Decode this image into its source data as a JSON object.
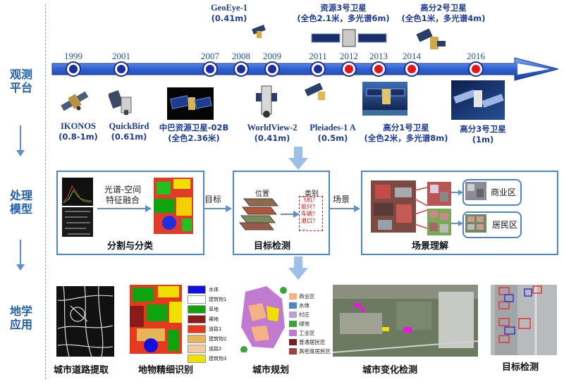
{
  "rows": {
    "platform": "观测\n平台",
    "processing": "处理\n模型",
    "application": "地学\n应用"
  },
  "timeline": {
    "years": [
      "1999",
      "2001",
      "2007",
      "2008",
      "2009",
      "2011",
      "2012",
      "2013",
      "2014",
      "2016"
    ],
    "colors": {
      "domestic_dot": "#e8131b",
      "foreign_dot": "#1b2ea5",
      "arrow": "#2f5fd0"
    }
  },
  "satellites": {
    "ikonos": {
      "name": "IKONOS",
      "res": "(0.8-1m)"
    },
    "quickbird": {
      "name": "QuickBird",
      "res": "(0.61m)"
    },
    "cbers": {
      "name": "中巴资源卫星-02B",
      "res": "(全色2.36米)"
    },
    "geoeye": {
      "name": "GeoEye-1",
      "res": "(0.41m)"
    },
    "worldview": {
      "name": "WorldView-2",
      "res": "(0.41m)"
    },
    "pleiades": {
      "name": "Pleiades-1 A",
      "res": "(0.5m)"
    },
    "zy3": {
      "name": "资源3号卫星",
      "res": "(全色2.1米，多光谱6m)"
    },
    "gf1": {
      "name": "高分1号卫星",
      "res": "(全色2米，多光谱8m)"
    },
    "gf2": {
      "name": "高分2号卫星",
      "res": "(全色1米，多光谱4m)"
    },
    "gf3": {
      "name": "高分3号卫星",
      "res": "(1m)"
    }
  },
  "processing": {
    "seg": {
      "fusion_label": "光谱-空间\n特征融合",
      "caption": "分割与分类"
    },
    "arrow_target": "目标",
    "det": {
      "pos_label": "位置",
      "class_label": "类别",
      "classes": "飞机？\n船只？\n车辆？\n港口？\n…",
      "caption": "目标检测"
    },
    "arrow_scene": "场景",
    "scene": {
      "label_business": "商业区",
      "label_residential": "居民区",
      "caption": "场景理解"
    }
  },
  "applications": {
    "road": {
      "caption": "城市道路提取"
    },
    "landcover": {
      "caption": "地物精细识别",
      "legend": [
        "水体",
        "建筑物1",
        "草地",
        "裸地",
        "道路1",
        "建筑物2",
        "道路2",
        "建筑物3"
      ],
      "legend_colors": [
        "#1010e0",
        "#ffffff",
        "#0fa30f",
        "#8b1a1a",
        "#e53a1e",
        "#e8b45a",
        "#f2c9a0",
        "#f0e000"
      ]
    },
    "planning": {
      "caption": "城市规划",
      "legend": [
        "商业区",
        "水体",
        "村庄",
        "绿地",
        "工业区",
        "普通居民区",
        "高密度居民区"
      ],
      "legend_colors": [
        "#f4b183",
        "#4a86c8",
        "#b9a0d8",
        "#3aa63a",
        "#c07ad0",
        "#7a1f1f",
        "#a04040"
      ]
    },
    "change": {
      "caption": "城市变化检测"
    },
    "detect": {
      "caption": "目标检测"
    }
  }
}
